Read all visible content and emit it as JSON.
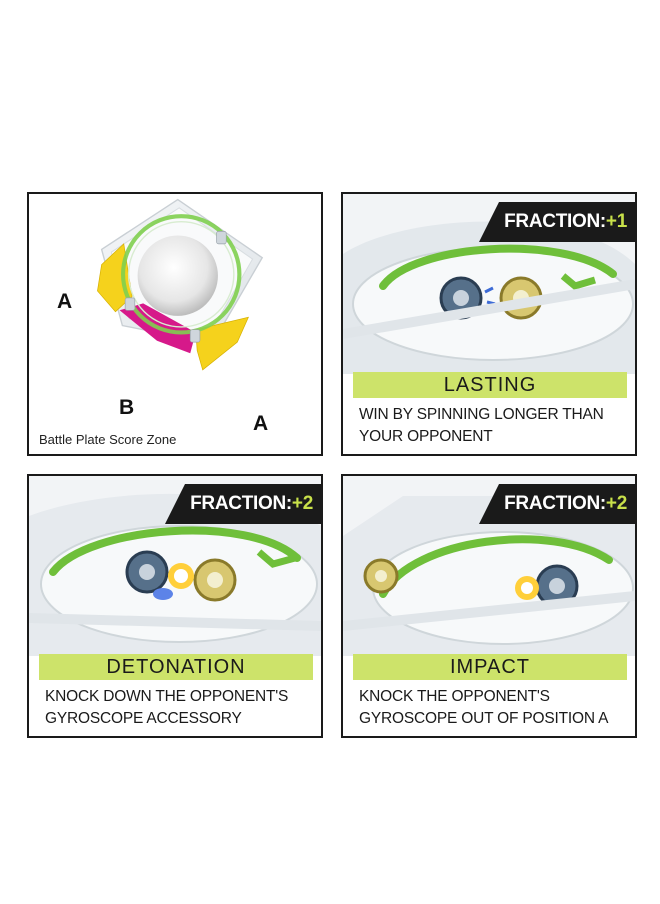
{
  "panels": [
    {
      "id": "score-zone",
      "zone_labels": {
        "a_left": "A",
        "b": "B",
        "a_right": "A"
      },
      "caption": "Battle Plate Score Zone",
      "colors": {
        "zone_a": "#f5d21c",
        "zone_b": "#d6198a",
        "ring": "#7fcf4f"
      }
    },
    {
      "id": "lasting",
      "badge_label": "FRACTION:",
      "badge_value": "+1",
      "title": "LASTING",
      "desc_lines": [
        "WIN BY SPINNING LONGER THAN",
        "YOUR OPPONENT"
      ]
    },
    {
      "id": "detonation",
      "badge_label": "FRACTION:",
      "badge_value": "+2",
      "title": "DETONATION",
      "desc_lines": [
        "KNOCK DOWN THE OPPONENT'S",
        "GYROSCOPE ACCESSORY"
      ]
    },
    {
      "id": "impact",
      "badge_label": "FRACTION:",
      "badge_value": "+2",
      "title": "IMPACT",
      "desc_lines": [
        "KNOCK THE OPPONENT'S",
        "GYROSCOPE OUT OF POSITION A"
      ]
    }
  ],
  "colors": {
    "band": "#cde36a",
    "badge_bg": "#1a1a1a",
    "badge_value": "#c8e04a",
    "border": "#1a1a1a"
  }
}
